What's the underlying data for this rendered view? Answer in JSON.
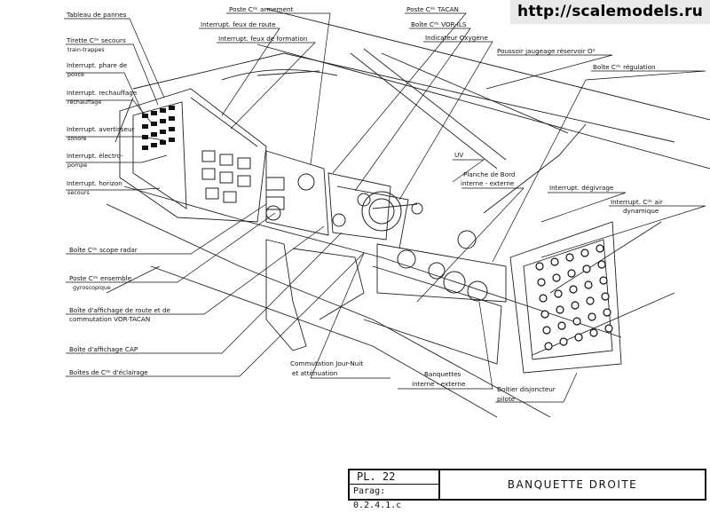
{
  "watermark": "http://scalemodels.ru",
  "labels": {
    "tableau_de_pannes": "Tableau de pannes",
    "tirette_secours_1": "Tirette Cᵈᵉ secours",
    "tirette_secours_2": "train-trappes",
    "phare_1": "Interrupt. phare de",
    "phare_2": "police",
    "rechauffage_1": "Interrupt. rechauffage",
    "rechauffage_2": "réchauffage",
    "avertisseur_1": "Interrupt. avertisseur",
    "avertisseur_2": "sonore",
    "electropompe_1": "Interrupt. électro-",
    "electropompe_2": "pompe",
    "horizon_1": "Interrupt. horizon",
    "horizon_2": "secours",
    "scope_radar": "Boîte Cᵈᵉ scope radar",
    "gyro_1": "Poste Cᵈᵉ ensemble",
    "gyro_2": "gyroscopique",
    "affichage_route_1": "Boîte d'affichage de route et de",
    "affichage_route_2": "commutation VOR-TACAN",
    "affichage_cap": "Boîte d'affichage CAP",
    "eclairage": "Boîtes de Cᵈᵉ d'éclairage",
    "armement": "Poste Cᵈᵉ armement",
    "feux_route": "Interrupt. feux de route",
    "feux_formation": "Interrupt. feux de formation",
    "tacan": "Poste Cᵈᵉ TACAN",
    "vor_ils": "Boîte Cᵈᵉ VOR-ILS",
    "oxygene": "Indicateur Oxygène",
    "poussoir": "Poussoir jaugeage réservoir O²",
    "regulation": "Boîte Cᵈᵉ régulation",
    "uv": "UV",
    "planche_1": "Planche de Bord",
    "planche_2": "interne - externe",
    "degivrage": "Interrupt. dégivrage",
    "air_dyn_1": "Interrupt. Cᵈᵉ air",
    "air_dyn_2": "dynamique",
    "jour_nuit_1": "Commutation Jour-Nuit",
    "jour_nuit_2": "et atténuation",
    "banquettes_1": "Banquettes",
    "banquettes_2": "interne - externe",
    "disjoncteur_1": "Boitier disjoncteur",
    "disjoncteur_2": "pilote"
  },
  "title_block": {
    "plate": "PL. 22",
    "parag": "Parag: 0.2.4.1.c",
    "title": "BANQUETTE  DROITE"
  }
}
